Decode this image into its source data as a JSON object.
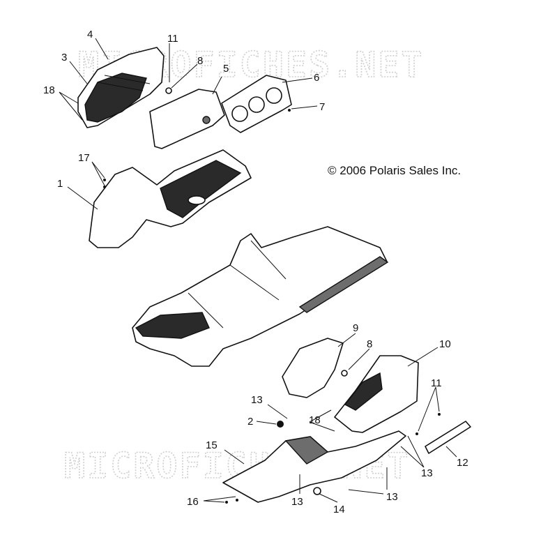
{
  "copyright": "© 2006 Polaris Sales Inc.",
  "watermark": "MICROFICHES.NET",
  "callouts": [
    "4",
    "11",
    "8",
    "3",
    "5",
    "6",
    "18",
    "7",
    "17",
    "1",
    "9",
    "8",
    "10",
    "13",
    "11",
    "2",
    "18",
    "15",
    "12",
    "13",
    "16",
    "13",
    "14",
    "13"
  ]
}
